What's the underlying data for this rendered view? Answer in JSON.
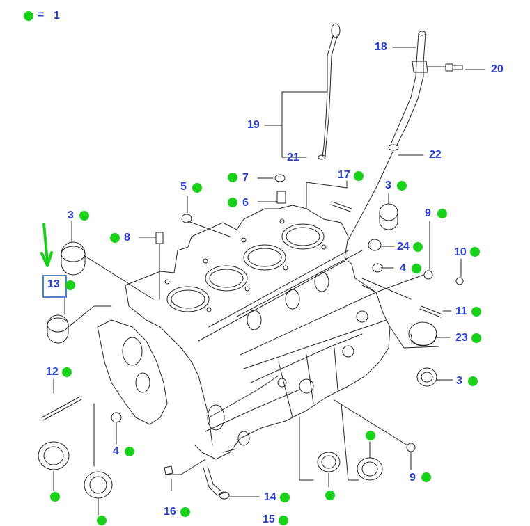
{
  "legend": {
    "symbol_color": "#19d119",
    "equals": "=",
    "value": "1"
  },
  "highlight": "13",
  "callouts": {
    "c3a": "3",
    "c3b": "3",
    "c3c": "3",
    "c4a": "4",
    "c4b": "4",
    "c5": "5",
    "c6": "6",
    "c7": "7",
    "c8": "8",
    "c9a": "9",
    "c9b": "9",
    "c10": "10",
    "c11": "11",
    "c12": "12",
    "c13": "13",
    "c14": "14",
    "c15": "15",
    "c16": "16",
    "c17": "17",
    "c18": "18",
    "c19": "19",
    "c20": "20",
    "c21": "21",
    "c22": "22",
    "c23": "23",
    "c24": "24"
  },
  "colors": {
    "label": "#2a3fd4",
    "marker": "#19d119",
    "arrow": "#19d119",
    "highlight_box": "#4a86c5",
    "line_art": "#222222"
  }
}
